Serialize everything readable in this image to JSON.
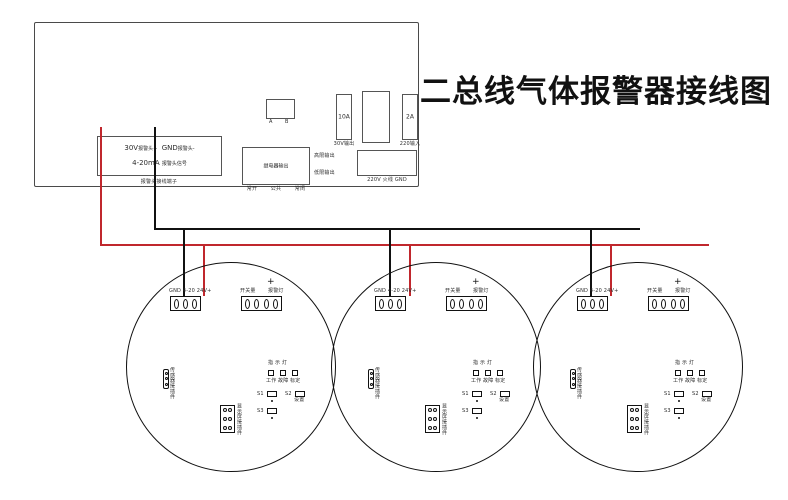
{
  "title": "二总线气体报警器接线图",
  "panel": {
    "terminal_block": {
      "line1_voltage": "30V",
      "line1_pos": "报警头+",
      "line1_gnd": "GND",
      "line1_neg": "报警头-",
      "line2_current": "4-20mA",
      "line2_signal": "报警头信号",
      "caption": "报警头接线端子"
    },
    "ab_box": {
      "a": "A",
      "b": "B"
    },
    "relay": {
      "title": "继电器输出",
      "side_top": "高限输出",
      "side_bottom": "低限输出",
      "pins": [
        "常开",
        "公共",
        "常闭"
      ]
    },
    "fuses": [
      {
        "amp": "10A",
        "caption": "30V输出"
      },
      {
        "amp": "2A",
        "caption": "220输入"
      }
    ],
    "mains": {
      "caption": "220V 火线 GND"
    }
  },
  "bus": {
    "black_wire_color": "#111111",
    "red_wire_color": "#c0272d"
  },
  "detector": {
    "power_terminal": {
      "labels": [
        "GND",
        "4-20",
        "24V+"
      ],
      "combined": "GND 4-20 24V+"
    },
    "signal_terminal": {
      "label_left": "开关量",
      "label_right": "报警灯",
      "polarity": "+"
    },
    "sensor_connector": "传感器接插件",
    "display_connector": "显示屏接插件",
    "indicator": {
      "title": "指 示 灯",
      "labels": [
        "工作",
        "故障",
        "标定"
      ]
    },
    "switches": [
      {
        "name": "S1",
        "label": ""
      },
      {
        "name": "S2",
        "label": "设置"
      },
      {
        "name": "S3",
        "label": ""
      }
    ]
  },
  "detectors": [
    {
      "id": "detector-1"
    },
    {
      "id": "detector-2"
    },
    {
      "id": "detector-3"
    }
  ]
}
